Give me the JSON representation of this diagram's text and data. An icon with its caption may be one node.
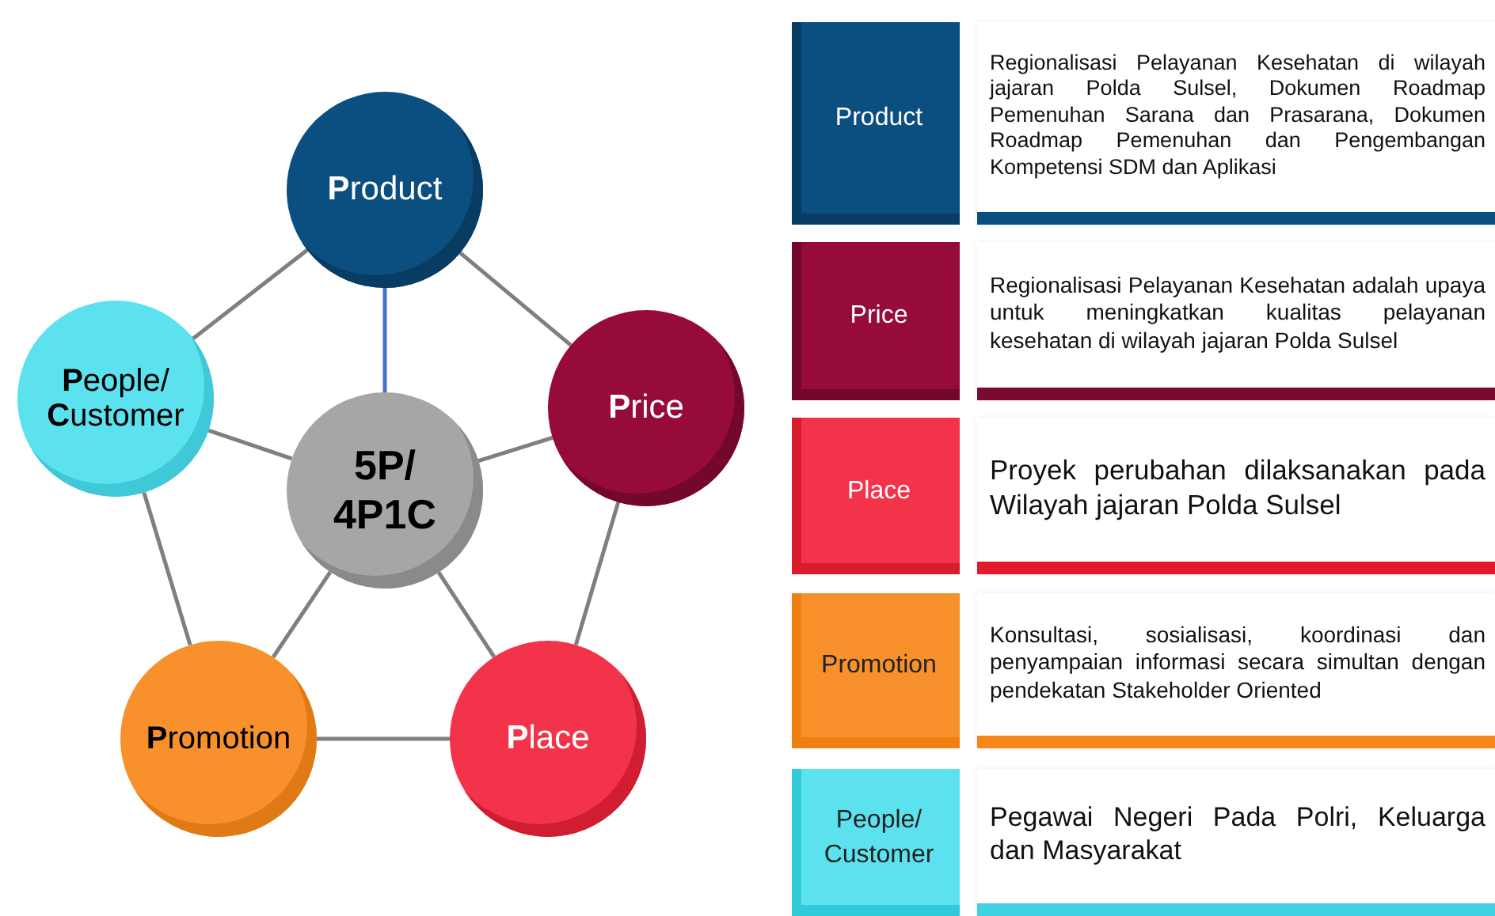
{
  "diagram": {
    "nodes": [
      {
        "text": [
          "**P**roduct"
        ]
      },
      {
        "text": [
          "**P**rice"
        ]
      },
      {
        "text": [
          "**P**lace"
        ]
      },
      {
        "text": [
          "**P**romotion"
        ]
      },
      {
        "text": [
          "**P**eople/ **C**ustomer"
        ]
      },
      {
        "text": [
          "5P/ 4P1C"
        ]
      },
      {
        "text": [
          "Product"
        ]
      },
      {
        "text": [
          "Regionalisasi Pelayanan Kesehatan di wilayah jajaran Polda Sulsel, Dokumen Roadmap Pemenuhan Sarana dan Prasarana, Dokumen Roadmap Pemenuhan dan Pengembangan Kompetensi SDM dan Aplikasi"
        ]
      },
      {
        "text": [
          "Price"
        ]
      },
      {
        "text": [
          "Regionalisasi Pelayanan Kesehatan adalah upaya untuk meningkatkan kualitas pelayanan kesehatan di wilayah jajaran Polda Sulsel"
        ]
      },
      {
        "text": [
          "Place"
        ]
      },
      {
        "text": [
          "Proyek perubahan dilaksanakan pada Wilayah jajaran Polda Sulsel"
        ]
      },
      {
        "text": [
          "Promotion"
        ]
      },
      {
        "text": [
          "Konsultasi, sosialisasi, koordinasi dan penyampaian informasi secara simultan dengan pendekatan Stakeholder Oriented"
        ]
      },
      {
        "text": [
          "People/ Customer"
        ]
      },
      {
        "text": [
          "Pegawai Negeri Pada Polri, Keluarga dan Masyarakat"
        ]
      }
    ],
    "edges": [
      {
        "from": 0,
        "to": 1,
        "arrow": "none"
      },
      {
        "from": 1,
        "to": 2,
        "arrow": "none"
      },
      {
        "from": 2,
        "to": 3,
        "arrow": "none"
      },
      {
        "from": 3,
        "to": 4,
        "arrow": "none"
      },
      {
        "from": 4,
        "to": 0,
        "arrow": "none"
      },
      {
        "from": 5,
        "to": 0,
        "arrow": "none",
        "color": "#4472c4"
      },
      {
        "from": 5,
        "to": 1,
        "arrow": "none"
      },
      {
        "from": 5,
        "to": 2,
        "arrow": "none"
      },
      {
        "from": 5,
        "to": 3,
        "arrow": "none"
      },
      {
        "from": 5,
        "to": 4,
        "arrow": "none"
      }
    ]
  }
}
